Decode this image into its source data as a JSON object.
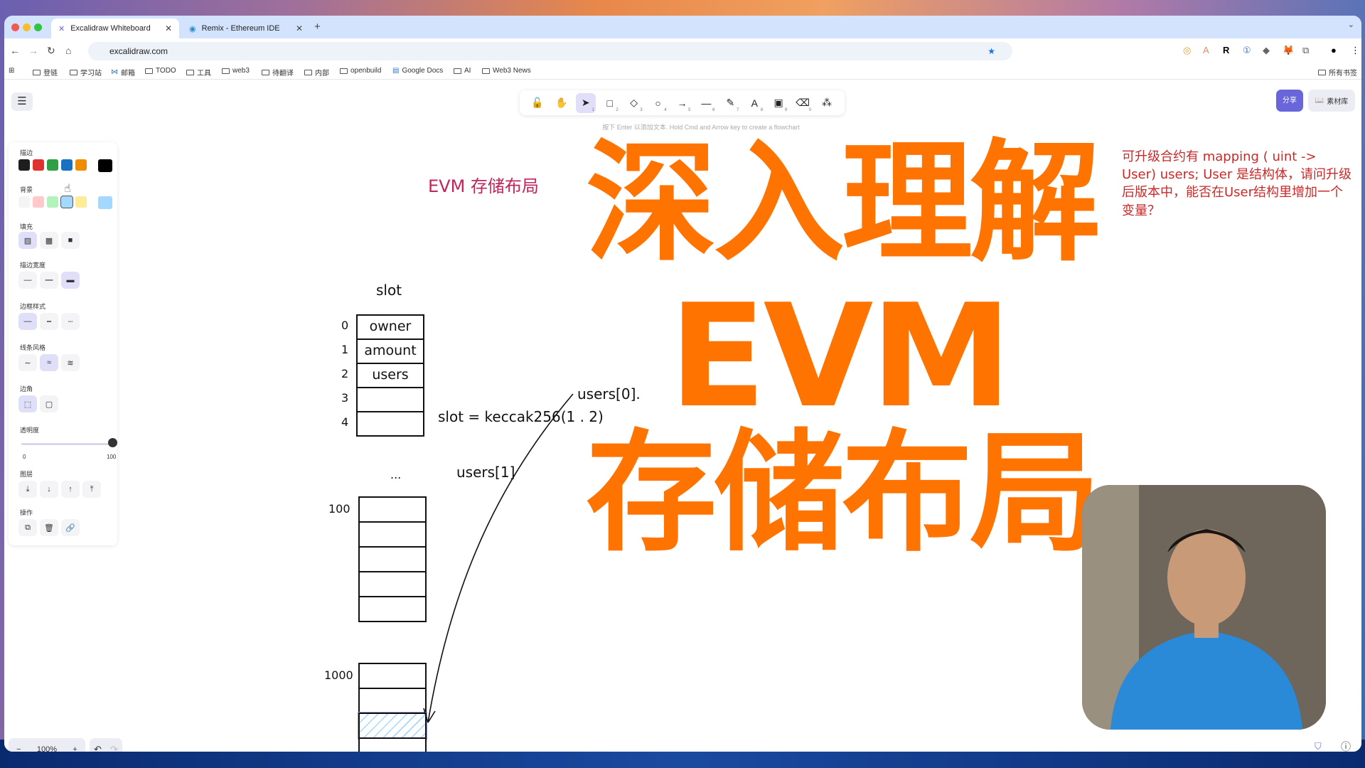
{
  "browser": {
    "tabs": [
      {
        "label": "Excalidraw Whiteboard",
        "active": true
      },
      {
        "label": "Remix - Ethereum IDE",
        "active": false
      }
    ],
    "url": "excalidraw.com",
    "bookmarks": [
      "登链",
      "学习站",
      "邮箱",
      "TODO",
      "工具",
      "web3",
      "待翻译",
      "内部",
      "openbuild",
      "Google Docs",
      "AI",
      "Web3 News"
    ],
    "all_bookmarks": "所有书签"
  },
  "toolbar": {
    "tools": [
      {
        "name": "lock",
        "glyph": "🔓",
        "key": ""
      },
      {
        "name": "hand",
        "glyph": "✋",
        "key": ""
      },
      {
        "name": "selection",
        "glyph": "➤",
        "key": "1"
      },
      {
        "name": "rectangle",
        "glyph": "□",
        "key": "2"
      },
      {
        "name": "diamond",
        "glyph": "◇",
        "key": "3"
      },
      {
        "name": "ellipse",
        "glyph": "○",
        "key": "4"
      },
      {
        "name": "arrow",
        "glyph": "→",
        "key": "5"
      },
      {
        "name": "line",
        "glyph": "—",
        "key": "6"
      },
      {
        "name": "pencil",
        "glyph": "✎",
        "key": "7"
      },
      {
        "name": "text",
        "glyph": "A",
        "key": "8"
      },
      {
        "name": "image",
        "glyph": "▣",
        "key": "9"
      },
      {
        "name": "eraser",
        "glyph": "⌫",
        "key": "0"
      },
      {
        "name": "more-shapes",
        "glyph": "⁂",
        "key": ""
      }
    ],
    "hint": "按下 Enter 以添加文本. Hold Cmd and Arrow key to create a flowchart",
    "share": "分享",
    "library": "素材库"
  },
  "panel": {
    "stroke": "描边",
    "background": "背景",
    "fill": "填充",
    "stroke_width": "描边宽度",
    "stroke_style": "边框样式",
    "sloppiness": "线条风格",
    "edges": "边角",
    "opacity": "透明度",
    "opacity_min": "0",
    "opacity_max": "100",
    "opacity_value": 100,
    "layers": "图层",
    "actions": "操作",
    "stroke_colors": [
      "#1e1e1e",
      "#e03131",
      "#2f9e44",
      "#1971c2",
      "#f08c00"
    ],
    "stroke_current": "#000000",
    "bg_colors": [
      "#f4f4f4",
      "#ffc9c9",
      "#b2f2bb",
      "#a5d8ff",
      "#ffec99"
    ],
    "bg_current": "#a5d8ff"
  },
  "canvas": {
    "title": "EVM 存储布局",
    "question": "可升级合约有 mapping ( uint -> User) users; User 是结构体，请问升级后版本中，能否在User结构里增加一个变量？",
    "slot_label": "slot",
    "slots": [
      {
        "index": "0",
        "name": "owner"
      },
      {
        "index": "1",
        "name": "amount"
      },
      {
        "index": "2",
        "name": "users"
      },
      {
        "index": "3",
        "name": ""
      },
      {
        "index": "4",
        "name": ""
      }
    ],
    "ellipsis": "...",
    "slot_100": "100",
    "slot_1000": "1000",
    "users0": "users[0].",
    "users0_formula": "slot = keccak256(1 . 2)",
    "users1": "users[1]"
  },
  "overlay": {
    "line1": "深入理解",
    "line2": "EVM",
    "line3": "存储布局",
    "color": "#ff7300"
  },
  "footer": {
    "zoom": "100%"
  }
}
